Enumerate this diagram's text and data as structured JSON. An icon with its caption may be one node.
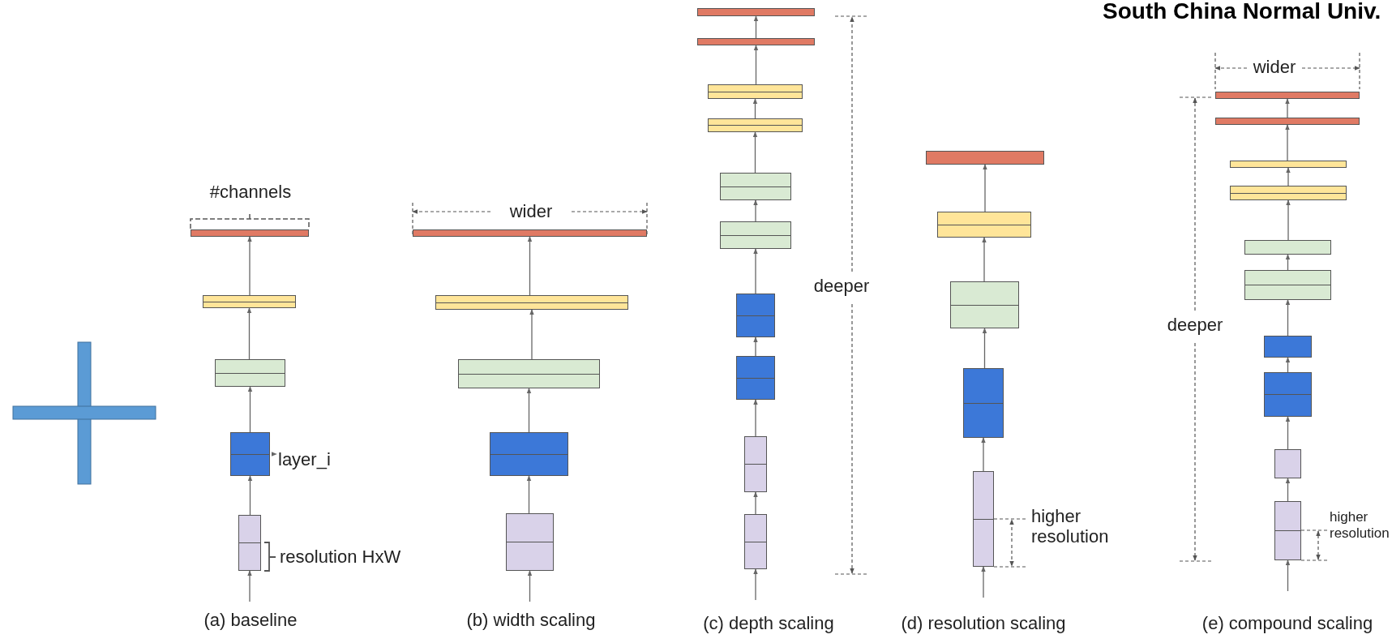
{
  "diagram": {
    "nodes": [
      {
        "text": [],
        "shape": "box"
      },
      {
        "text": [],
        "shape": "box"
      },
      {
        "text": [],
        "shape": "box"
      },
      {
        "text": [],
        "shape": "box"
      },
      {
        "text": [],
        "shape": "box"
      },
      {
        "text": [
          "layer_i"
        ]
      },
      {
        "text": [],
        "shape": "box"
      },
      {
        "text": [],
        "shape": "box"
      },
      {
        "text": [],
        "shape": "box"
      },
      {
        "text": [],
        "shape": "box"
      },
      {
        "text": [],
        "shape": "box"
      },
      {
        "text": [],
        "shape": "box"
      },
      {
        "text": [],
        "shape": "box"
      },
      {
        "text": [],
        "shape": "box"
      },
      {
        "text": [],
        "shape": "box"
      },
      {
        "text": [],
        "shape": "box"
      },
      {
        "text": [],
        "shape": "box"
      },
      {
        "text": [],
        "shape": "box"
      },
      {
        "text": [],
        "shape": "box"
      },
      {
        "text": [],
        "shape": "box"
      },
      {
        "text": [],
        "shape": "box"
      },
      {
        "text": [],
        "shape": "box"
      },
      {
        "text": [],
        "shape": "box"
      },
      {
        "text": [],
        "shape": "box"
      },
      {
        "text": [],
        "shape": "box"
      },
      {
        "text": [],
        "shape": "box"
      },
      {
        "text": [],
        "shape": "box"
      },
      {
        "text": [],
        "shape": "box"
      },
      {
        "text": [],
        "shape": "box"
      },
      {
        "text": [],
        "shape": "box"
      },
      {
        "text": [],
        "shape": "box"
      },
      {
        "text": [],
        "shape": "box"
      },
      {
        "text": [],
        "shape": "box"
      },
      {
        "text": [],
        "shape": "box"
      },
      {
        "text": [],
        "shape": "box"
      },
      {
        "text": [],
        "shape": "box"
      }
    ],
    "edges": [
      {
        "from": null,
        "to": 4,
        "arrow": "to"
      },
      {
        "from": 4,
        "to": 3,
        "arrow": "to"
      },
      {
        "from": 3,
        "to": 2,
        "arrow": "to"
      },
      {
        "from": 2,
        "to": 1,
        "arrow": "to"
      },
      {
        "from": 1,
        "to": 0,
        "arrow": "to"
      },
      {
        "from": 5,
        "to": 3,
        "arrow": "to",
        "style": "dashed"
      },
      {
        "from": null,
        "to": 10,
        "arrow": "to"
      },
      {
        "from": 10,
        "to": 9,
        "arrow": "to"
      },
      {
        "from": 9,
        "to": 8,
        "arrow": "to"
      },
      {
        "from": 8,
        "to": 7,
        "arrow": "to"
      },
      {
        "from": 7,
        "to": 6,
        "arrow": "to"
      },
      {
        "from": null,
        "to": 20,
        "arrow": "to"
      },
      {
        "from": 20,
        "to": 19,
        "arrow": "to"
      },
      {
        "from": 19,
        "to": 18,
        "arrow": "to"
      },
      {
        "from": 18,
        "to": 17,
        "arrow": "to"
      },
      {
        "from": 17,
        "to": 16,
        "arrow": "to"
      },
      {
        "from": 16,
        "to": 15,
        "arrow": "to"
      },
      {
        "from": 15,
        "to": 14,
        "arrow": "to"
      },
      {
        "from": 14,
        "to": 13,
        "arrow": "to"
      },
      {
        "from": 13,
        "to": 12,
        "arrow": "to"
      },
      {
        "from": 12,
        "to": 11,
        "arrow": "to"
      },
      {
        "from": null,
        "to": 25,
        "arrow": "to"
      },
      {
        "from": 25,
        "to": 24,
        "arrow": "to"
      },
      {
        "from": 24,
        "to": 23,
        "arrow": "to"
      },
      {
        "from": 23,
        "to": 22,
        "arrow": "to"
      },
      {
        "from": 22,
        "to": 21,
        "arrow": "to"
      },
      {
        "from": null,
        "to": 35,
        "arrow": "to"
      },
      {
        "from": 35,
        "to": 34,
        "arrow": "to"
      },
      {
        "from": 34,
        "to": 33,
        "arrow": "to"
      },
      {
        "from": 33,
        "to": 32,
        "arrow": "to"
      },
      {
        "from": 32,
        "to": 31,
        "arrow": "to"
      },
      {
        "from": 31,
        "to": 30,
        "arrow": "to"
      },
      {
        "from": 30,
        "to": 29,
        "arrow": "to"
      },
      {
        "from": 29,
        "to": 28,
        "arrow": "to"
      },
      {
        "from": 28,
        "to": 27,
        "arrow": "to"
      },
      {
        "from": 27,
        "to": 26,
        "arrow": "to"
      }
    ],
    "labels": [
      "South China Normal Univ.",
      "#channels",
      "wider",
      "wider",
      "deeper",
      "deeper",
      "resolution HxW",
      "higher resolution",
      "higher resolution",
      "(a) baseline",
      "(b) width scaling",
      "(c) depth scaling",
      "(d) resolution scaling",
      "(e) compound scaling"
    ]
  }
}
